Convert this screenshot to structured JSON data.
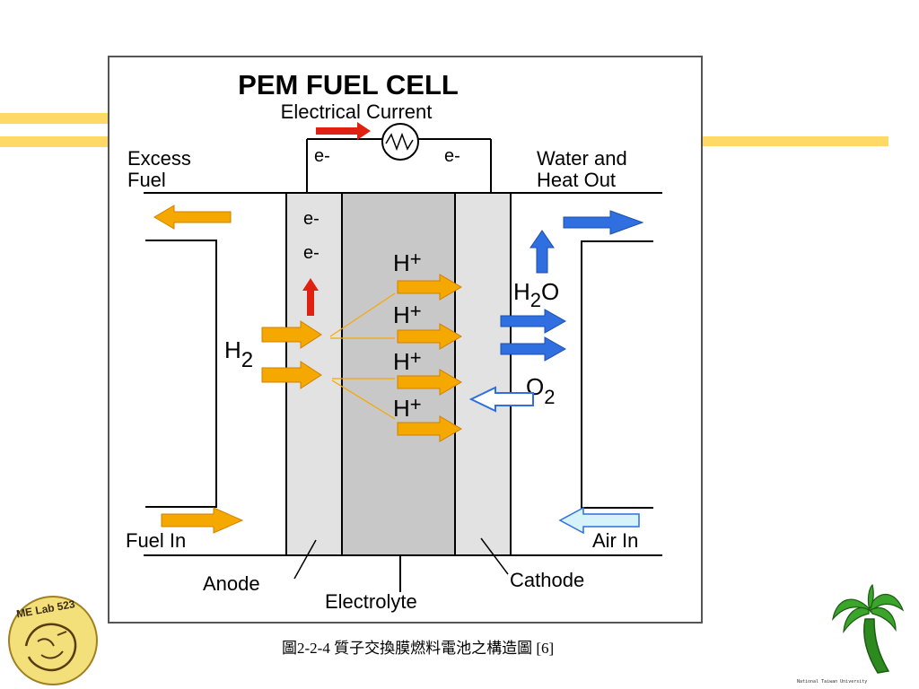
{
  "diagram": {
    "title": "PEM FUEL CELL",
    "current_label": "Electrical Current",
    "electron": "e-",
    "excess_fuel": [
      "Excess",
      "Fuel"
    ],
    "water_heat": [
      "Water and",
      "Heat Out"
    ],
    "h2_main": "H",
    "h2_sub": "2",
    "o2_main": "O",
    "o2_sub": "2",
    "h2o": [
      "H",
      "2",
      "O"
    ],
    "proton": "H",
    "proton_sup": "+",
    "fuel_in": "Fuel In",
    "air_in": "Air In",
    "anode": "Anode",
    "electrolyte": "Electrolyte",
    "cathode": "Cathode"
  },
  "caption": "圖2-2-4  質子交換膜燃料電池之構造圖 [6]",
  "logo_left_text": "ME Lab 523",
  "logo_right_text": "National Taiwan University",
  "colors": {
    "accent_bar": "#ffd966",
    "fuel_arrow": "#f5a800",
    "water_arrow": "#2f6fe0",
    "air_arrow": "#8fd6f0",
    "electron_arrow": "#e02010",
    "membrane_fill": "#c8c8c8",
    "electrode_fill": "#e2e2e2",
    "palm_green": "#2d8a1e"
  }
}
